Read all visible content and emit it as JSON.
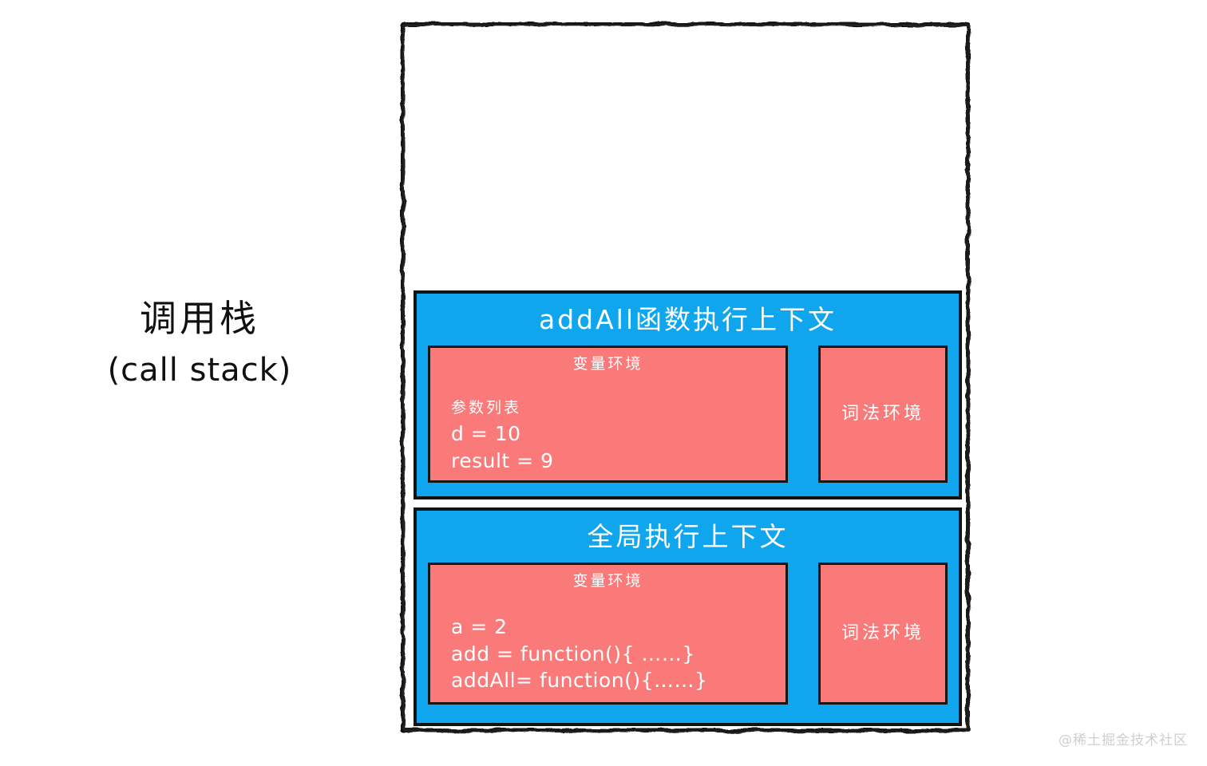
{
  "diagram": {
    "caption": {
      "chinese": "调用栈",
      "english": "(call stack)"
    },
    "contexts": [
      {
        "id": "addall",
        "title": "addAll函数执行上下文",
        "variable_environment": {
          "heading": "变量环境",
          "lines": [
            "参数列表",
            "d = 10",
            "result = 9"
          ]
        },
        "lexical_environment": {
          "label": "词法环境"
        }
      },
      {
        "id": "global",
        "title": "全局执行上下文",
        "variable_environment": {
          "heading": "变量环境",
          "lines": [
            "a = 2",
            "add = function(){ ……}",
            "addAll= function(){……}"
          ]
        },
        "lexical_environment": {
          "label": "词法环境"
        }
      }
    ],
    "watermark": "@稀土掘金技术社区",
    "colors": {
      "context_fill": "#0FA6EE",
      "environment_fill": "#FA7A7A",
      "outline": "#121212",
      "text_on_fill": "#FFFFFF",
      "caption_text": "#101010",
      "watermark_text": "#CFCFCF",
      "page_background": "#FFFFFF"
    }
  }
}
